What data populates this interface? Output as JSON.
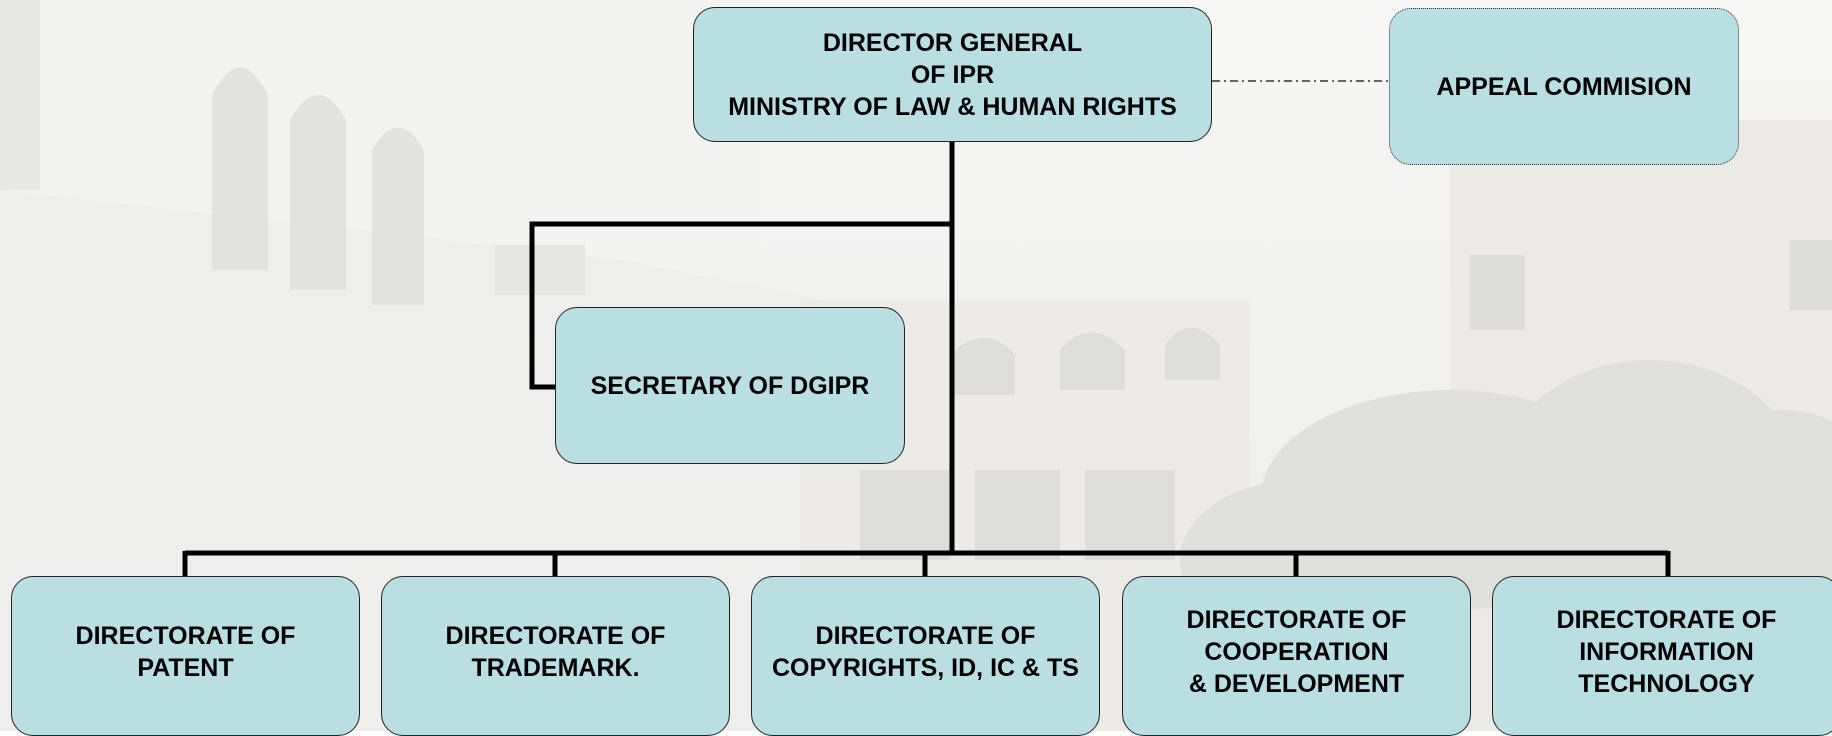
{
  "colors": {
    "box_fill": "#b9dfe3",
    "connector": "#000000"
  },
  "top": {
    "line1": "DIRECTOR GENERAL",
    "line2": "OF IPR",
    "line3": "MINISTRY OF LAW & HUMAN RIGHTS"
  },
  "appeal": "APPEAL COMMISION",
  "secretary": "SECRETARY OF DGIPR",
  "directorates": [
    {
      "line1": "DIRECTORATE OF",
      "line2": "PATENT",
      "line3": ""
    },
    {
      "line1": "DIRECTORATE OF",
      "line2": "TRADEMARK.",
      "line3": ""
    },
    {
      "line1": "DIRECTORATE OF",
      "line2": "COPYRIGHTS, ID, IC & TS",
      "line3": ""
    },
    {
      "line1": "DIRECTORATE OF",
      "line2": "COOPERATION",
      "line3": "& DEVELOPMENT"
    },
    {
      "line1": "DIRECTORATE OF",
      "line2": "INFORMATION",
      "line3": "TECHNOLOGY"
    }
  ]
}
